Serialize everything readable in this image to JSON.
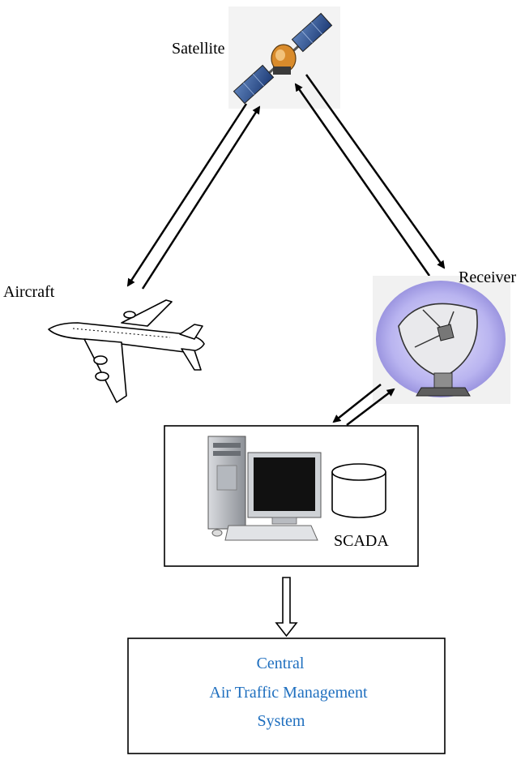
{
  "labels": {
    "satellite": "Satellite",
    "aircraft": "Aircraft",
    "receiver": "Receiver",
    "scada": "SCADA"
  },
  "central_system": {
    "line1": "Central",
    "line2": "Air Traffic Management",
    "line3": "System",
    "text_color": "#1f6fbf"
  },
  "icons": [
    "satellite-icon",
    "aircraft-icon",
    "satellite-dish-icon",
    "computer-icon",
    "database-icon"
  ],
  "colors": {
    "dish_backdrop": "#b9b4f0",
    "line": "#000000"
  }
}
